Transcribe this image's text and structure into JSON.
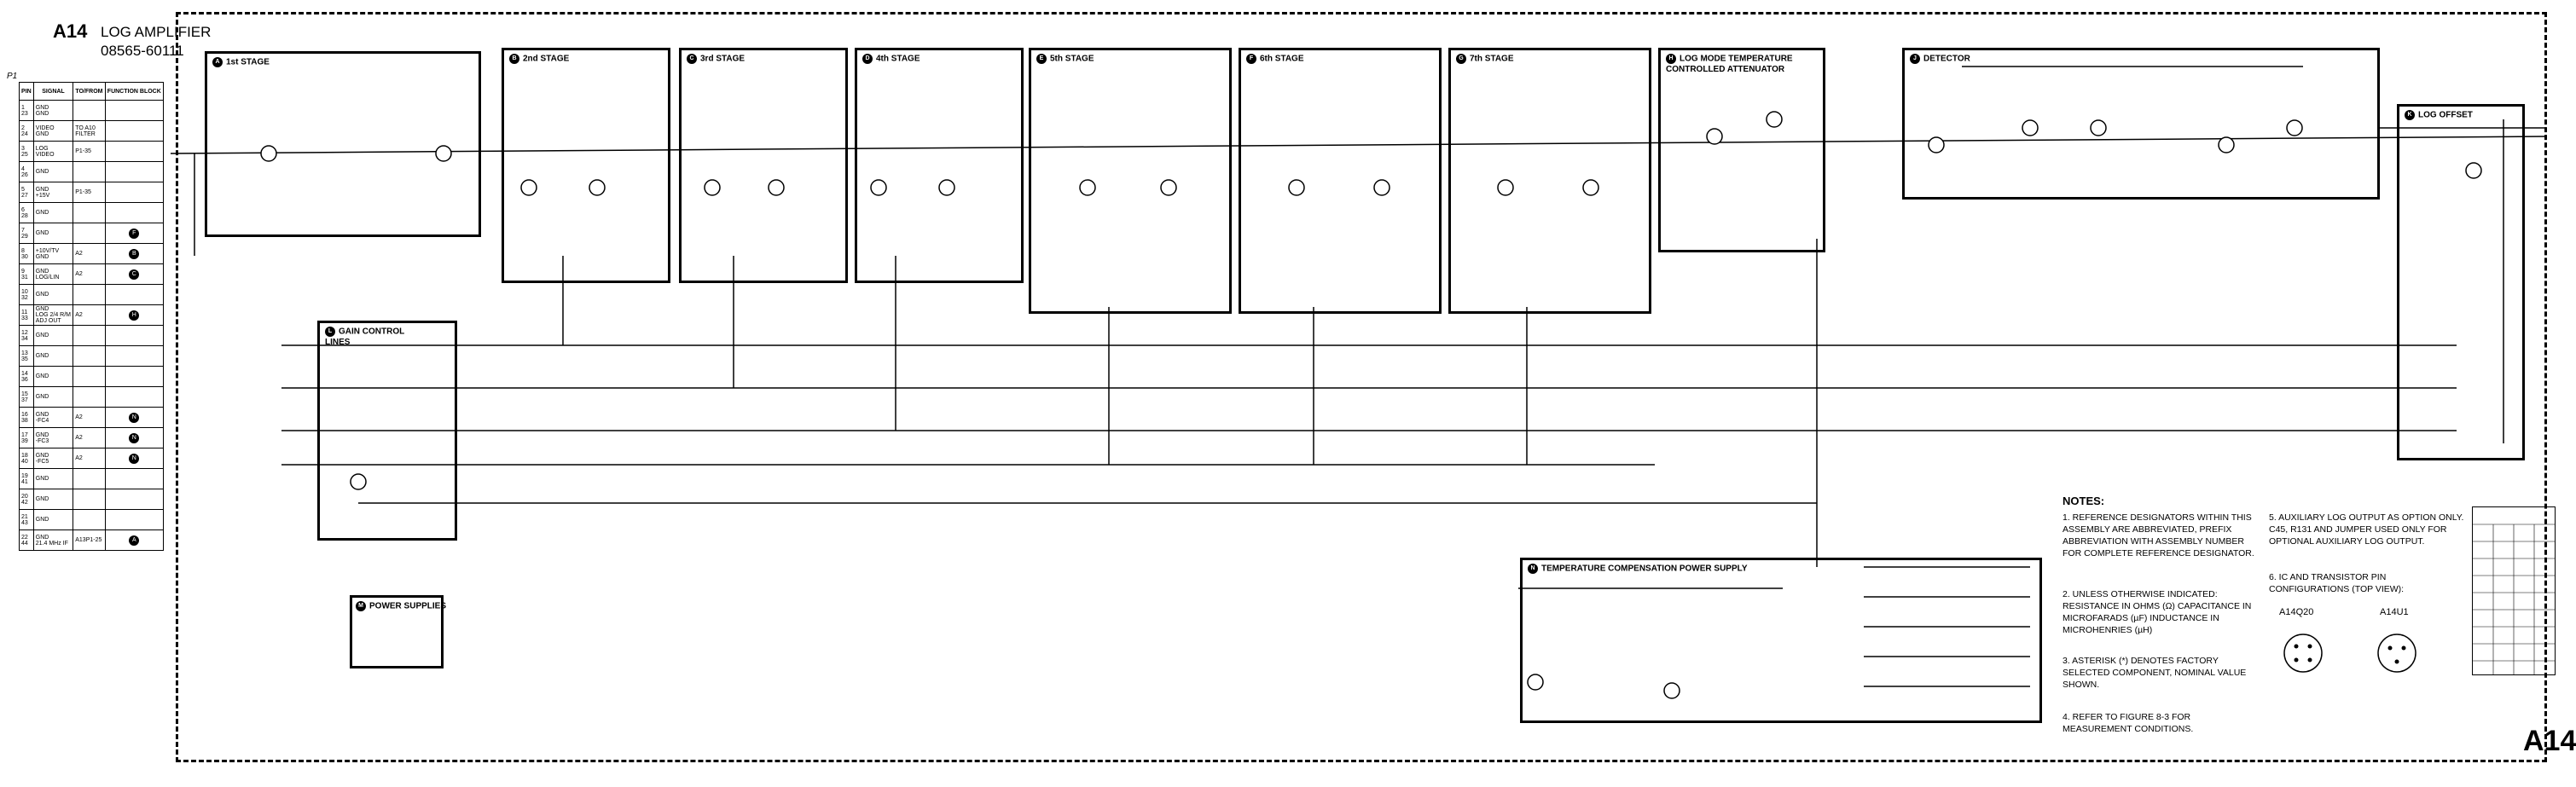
{
  "header": {
    "board": "A14",
    "title": "LOG AMPLIFIER",
    "part_number": "08565-60111",
    "connector": "P1"
  },
  "pin_table": {
    "headers": [
      "PIN",
      "SIGNAL",
      "TO/FROM",
      "FUNCTION BLOCK"
    ],
    "rows": [
      {
        "pin": "1\n23",
        "signal": "GND\nGND",
        "to": "",
        "fb": ""
      },
      {
        "pin": "2\n24",
        "signal": "VIDEO\nGND",
        "to": "TO A10\nFILTER",
        "fb": ""
      },
      {
        "pin": "3\n25",
        "signal": "LOG\nVIDEO",
        "to": "P1-35",
        "fb": ""
      },
      {
        "pin": "4\n26",
        "signal": "GND",
        "to": "",
        "fb": ""
      },
      {
        "pin": "5\n27",
        "signal": "GND\n+15V",
        "to": "P1-35",
        "fb": ""
      },
      {
        "pin": "6\n28",
        "signal": "GND",
        "to": "",
        "fb": ""
      },
      {
        "pin": "7\n29",
        "signal": "GND",
        "to": "",
        "fb": "F"
      },
      {
        "pin": "8\n30",
        "signal": "+10V/TV\nGND",
        "to": "A2",
        "fb": "B"
      },
      {
        "pin": "9\n31",
        "signal": "GND\nLOG/LIN",
        "to": "A2",
        "fb": "C"
      },
      {
        "pin": "10\n32",
        "signal": "GND",
        "to": "",
        "fb": ""
      },
      {
        "pin": "11\n33",
        "signal": "GND\nLOG 2/4 R/M\nADJ OUT",
        "to": "A2",
        "fb": "H"
      },
      {
        "pin": "12\n34",
        "signal": "GND",
        "to": "",
        "fb": ""
      },
      {
        "pin": "13\n35",
        "signal": "GND",
        "to": "",
        "fb": ""
      },
      {
        "pin": "14\n36",
        "signal": "GND",
        "to": "",
        "fb": ""
      },
      {
        "pin": "15\n37",
        "signal": "GND",
        "to": "",
        "fb": ""
      },
      {
        "pin": "16\n38",
        "signal": "GND\n-FC4",
        "to": "A2",
        "fb": "N"
      },
      {
        "pin": "17\n39",
        "signal": "GND\n-FC3",
        "to": "A2",
        "fb": "N"
      },
      {
        "pin": "18\n40",
        "signal": "GND\n-FC5",
        "to": "A2",
        "fb": "N"
      },
      {
        "pin": "19\n41",
        "signal": "GND",
        "to": "",
        "fb": ""
      },
      {
        "pin": "20\n42",
        "signal": "GND",
        "to": "",
        "fb": ""
      },
      {
        "pin": "21\n43",
        "signal": "GND",
        "to": "",
        "fb": ""
      },
      {
        "pin": "22\n44",
        "signal": "GND\n21.4 MHz IF",
        "to": "A13P1-25",
        "fb": "A"
      }
    ]
  },
  "blocks": [
    {
      "id": "A",
      "title": "1st STAGE"
    },
    {
      "id": "B",
      "title": "2nd STAGE"
    },
    {
      "id": "C",
      "title": "3rd STAGE"
    },
    {
      "id": "D",
      "title": "4th STAGE"
    },
    {
      "id": "E",
      "title": "5th STAGE"
    },
    {
      "id": "F",
      "title": "6th STAGE"
    },
    {
      "id": "G",
      "title": "7th STAGE"
    },
    {
      "id": "H",
      "title": "LOG MODE TEMPERATURE CONTROLLED ATTENUATOR"
    },
    {
      "id": "J",
      "title": "DETECTOR"
    },
    {
      "id": "K",
      "title": "LOG OFFSET"
    },
    {
      "id": "L",
      "title": "GAIN CONTROL LINES"
    },
    {
      "id": "M",
      "title": "POWER SUPPLIES"
    },
    {
      "id": "N",
      "title": "TEMPERATURE COMPENSATION POWER SUPPLY"
    }
  ],
  "notes": {
    "heading": "NOTES:",
    "items": [
      "1. REFERENCE DESIGNATORS WITHIN THIS ASSEMBLY ARE ABBREVIATED, PREFIX ABBREVIATION WITH ASSEMBLY NUMBER FOR COMPLETE REFERENCE DESIGNATOR.",
      "2. UNLESS OTHERWISE INDICATED: RESISTANCE IN OHMS (Ω) CAPACITANCE IN MICROFARADS (µF) INDUCTANCE IN MICROHENRIES (µH)",
      "3. ASTERISK (*) DENOTES FACTORY SELECTED COMPONENT, NOMINAL VALUE SHOWN.",
      "4. REFER TO FIGURE 8-3 FOR MEASUREMENT CONDITIONS.",
      "5. AUXILIARY LOG OUTPUT AS OPTION ONLY. C45, R131 AND JUMPER USED ONLY FOR OPTIONAL AUXILIARY LOG OUTPUT.",
      "6. IC AND TRANSISTOR PIN CONFIGURATIONS (TOP VIEW):"
    ],
    "ic_labels": [
      "A14Q20",
      "A14U1"
    ]
  },
  "footer_board": "A14"
}
